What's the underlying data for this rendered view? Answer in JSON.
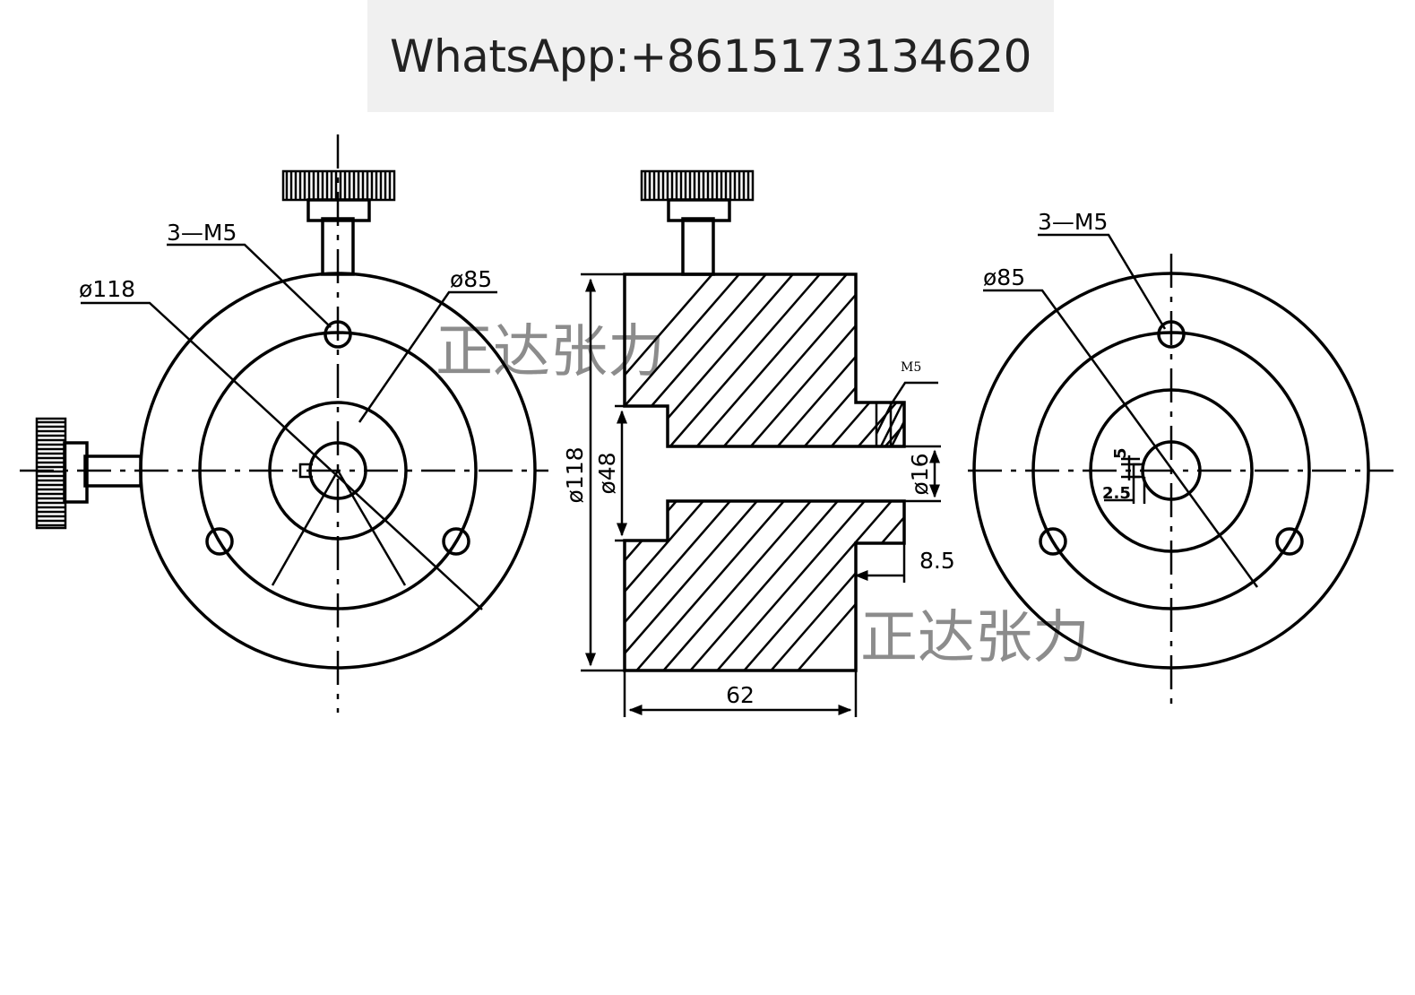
{
  "banner": {
    "text": "WhatsApp:+8615173134620"
  },
  "watermark": {
    "text": "正达张力"
  },
  "front_view": {
    "label_holes": "3—M5",
    "label_outer_dia": "ø118",
    "label_pcd": "ø85"
  },
  "section_view": {
    "label_outer_dia": "ø118",
    "label_bore": "ø48",
    "label_shaft": "ø16",
    "label_thread": "M5",
    "label_boss_len": "8.5",
    "label_length": "62"
  },
  "rear_view": {
    "label_holes": "3—M5",
    "label_pcd": "ø85",
    "label_key_width": "5",
    "label_key_depth": "2.5"
  }
}
